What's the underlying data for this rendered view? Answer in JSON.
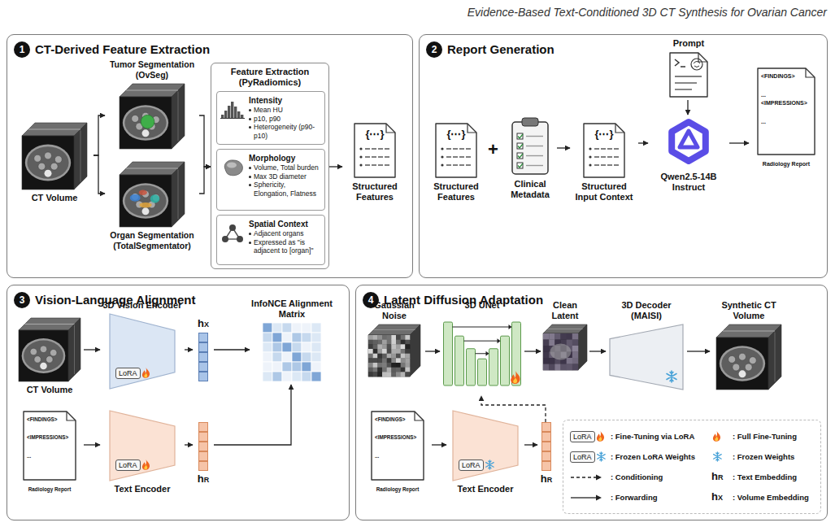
{
  "diagram": {
    "title": "Evidence-Based Text-Conditioned 3D CT Synthesis for Ovarian Cancer",
    "nodes": [
      {
        "text": [
          "1",
          "CT-Derived Feature Extraction"
        ]
      },
      {
        "text": [
          "CT Volume"
        ],
        "in": 0
      },
      {
        "text": [
          "Tumor Segmentation (OvSeg)"
        ],
        "in": 0
      },
      {
        "text": [
          "Organ Segmentation (TotalSegmentator)"
        ],
        "in": 0
      },
      {
        "text": [
          "Feature Extraction (PyRadiomics)"
        ],
        "in": 0
      },
      {
        "text": [
          "Intensity",
          "Mean HU",
          "p10, p90",
          "Heterogeneity (p90-p10)"
        ],
        "in": 4
      },
      {
        "text": [
          "Morphology",
          "Volume, Total burden",
          "Max 3D diameter",
          "Sphericity, Elongation, Flatness"
        ],
        "in": 4
      },
      {
        "text": [
          "Spatial Context",
          "Adjacent organs",
          "Expressed as \"is adjacent to [organ]\""
        ],
        "in": 4
      },
      {
        "text": [
          "{⋯}",
          "Structured Features"
        ],
        "in": 0
      },
      {
        "text": [
          "2",
          "Report Generation"
        ]
      },
      {
        "text": [
          "{⋯}",
          "Structured Features"
        ],
        "in": 9
      },
      {
        "text": [
          "Clinical Metadata"
        ],
        "in": 9
      },
      {
        "text": [
          "{⋯}",
          "Structured Input Context"
        ],
        "in": 9
      },
      {
        "text": [
          "Prompt"
        ],
        "in": 9
      },
      {
        "text": [
          "Qwen2.5-14B Instruct"
        ],
        "in": 9
      },
      {
        "text": [
          "<FINDINGS>",
          "...",
          "<IMPRESSIONS>",
          "...",
          "Radiology Report"
        ],
        "in": 9
      },
      {
        "text": [
          "3",
          "Vision-Language Alignment"
        ]
      },
      {
        "text": [
          "CT Volume"
        ],
        "in": 16
      },
      {
        "text": [
          "3D Vision Encoder",
          "LoRA"
        ],
        "in": 16
      },
      {
        "text": [
          "hX"
        ],
        "in": 16
      },
      {
        "text": [
          "InfoNCE Alignment Matrix"
        ],
        "in": 16
      },
      {
        "text": [
          "<FINDINGS>",
          "<IMPRESSIONS>",
          "...",
          "Radiology Report"
        ],
        "in": 16
      },
      {
        "text": [
          "Text Encoder",
          "LoRA"
        ],
        "in": 16
      },
      {
        "text": [
          "hR"
        ],
        "in": 16
      },
      {
        "text": [
          "4",
          "Latent Diffusion Adaptation"
        ]
      },
      {
        "text": [
          "Gaussian Noise"
        ],
        "in": 24
      },
      {
        "text": [
          "3D UNet"
        ],
        "in": 24
      },
      {
        "text": [
          "Clean Latent"
        ],
        "in": 24
      },
      {
        "text": [
          "3D Decoder (MAISI)"
        ],
        "in": 24
      },
      {
        "text": [
          "Synthetic CT Volume"
        ],
        "in": 24
      },
      {
        "text": [
          "<FINDINGS>",
          "<IMPRESSIONS>",
          "...",
          "Radiology Report"
        ],
        "in": 24
      },
      {
        "text": [
          "Text Encoder",
          "LoRA"
        ],
        "in": 24
      },
      {
        "text": [
          "hR"
        ],
        "in": 24
      }
    ],
    "edges": [
      {
        "from": 1,
        "to": 2,
        "arrow": "to"
      },
      {
        "from": 1,
        "to": 3,
        "arrow": "to"
      },
      {
        "from": 2,
        "to": 4,
        "arrow": "to"
      },
      {
        "from": 3,
        "to": 4,
        "arrow": "to"
      },
      {
        "from": 4,
        "to": 8,
        "arrow": "to"
      },
      {
        "from": 11,
        "to": 12,
        "arrow": "to"
      },
      {
        "from": 12,
        "to": 14,
        "arrow": "to"
      },
      {
        "from": 13,
        "to": 14,
        "arrow": "to"
      },
      {
        "from": 14,
        "to": 15,
        "arrow": "to"
      },
      {
        "from": 17,
        "to": 18,
        "arrow": "to"
      },
      {
        "from": 18,
        "to": 19,
        "arrow": "to"
      },
      {
        "from": 19,
        "to": 20,
        "arrow": "to"
      },
      {
        "from": 21,
        "to": 22,
        "arrow": "to"
      },
      {
        "from": 22,
        "to": 23,
        "arrow": "to"
      },
      {
        "from": 23,
        "to": 20,
        "arrow": "to"
      },
      {
        "from": 25,
        "to": 26,
        "arrow": "to"
      },
      {
        "from": 26,
        "to": 27,
        "arrow": "to"
      },
      {
        "from": 27,
        "to": 28,
        "arrow": "to"
      },
      {
        "from": 28,
        "to": 29,
        "arrow": "to"
      },
      {
        "from": 30,
        "to": 31,
        "arrow": "to"
      },
      {
        "from": 31,
        "to": 32,
        "arrow": "to"
      },
      {
        "from": 32,
        "to": 26,
        "arrow": "to"
      }
    ],
    "labels": [
      "+",
      "LoRA",
      "LoRA",
      "hR",
      "hX"
    ],
    "legend": [
      {
        "text": ": Fine-Tuning via LoRA"
      },
      {
        "text": ": Full Fine-Tuning"
      },
      {
        "text": ": Frozen LoRA Weights"
      },
      {
        "text": ": Frozen Weights"
      },
      {
        "text": ": Conditioning"
      },
      {
        "text": ": Text Embedding"
      },
      {
        "text": ": Forwarding"
      },
      {
        "text": ": Volume Embedding"
      }
    ]
  }
}
